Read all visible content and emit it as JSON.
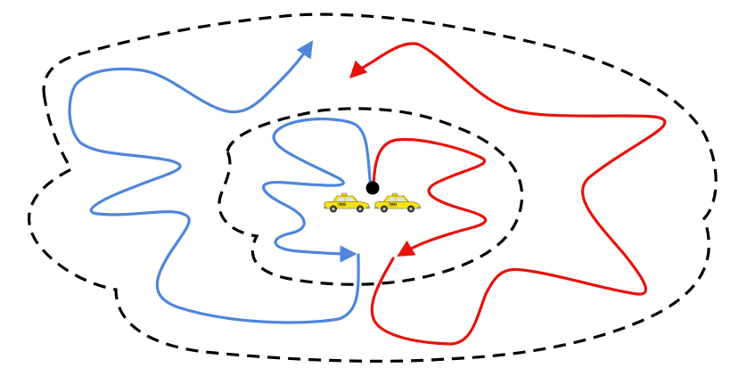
{
  "diagram": {
    "description": "Two taxis at a shared origin point with diverging wandering routes crossing nested dashed boundary regions",
    "colors": {
      "background": "#ffffff",
      "blue_route": "#4f86dc",
      "red_route": "#e8120c",
      "boundary": "#000000",
      "origin_point": "#000000",
      "taxi_body": "#f5e21a"
    },
    "elements": {
      "origin": {
        "label": "",
        "shape": "black-dot"
      },
      "taxis": [
        {
          "id": "taxi-left",
          "sign": "TAXI",
          "door_text": "TAXI"
        },
        {
          "id": "taxi-right",
          "sign": "TAXI",
          "door_text": "TAXI"
        }
      ],
      "boundaries": [
        {
          "id": "inner-boundary",
          "style": "dashed"
        },
        {
          "id": "outer-boundary",
          "style": "dashed"
        }
      ],
      "routes": [
        {
          "id": "blue-route-inner",
          "color": "blue",
          "arrow": "end",
          "region": "inner"
        },
        {
          "id": "blue-route-outer",
          "color": "blue",
          "arrow": "end",
          "region": "outer"
        },
        {
          "id": "red-route-inner",
          "color": "red",
          "arrow": "end",
          "region": "inner"
        },
        {
          "id": "red-route-outer",
          "color": "red",
          "arrow": "end",
          "region": "outer"
        }
      ]
    }
  }
}
